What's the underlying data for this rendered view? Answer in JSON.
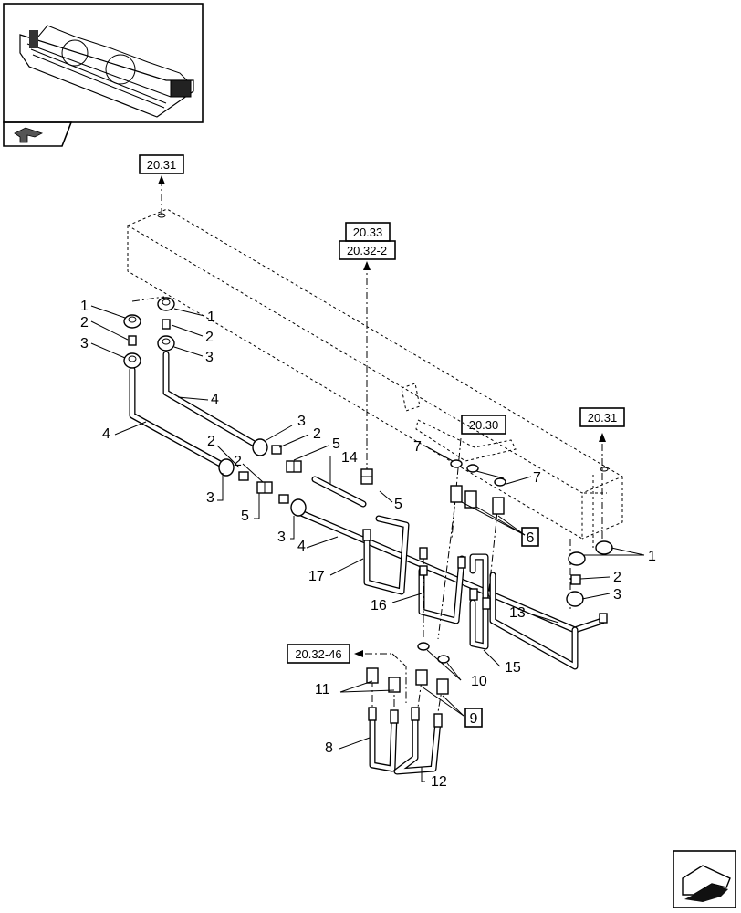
{
  "references": {
    "ref_top_left": "20.31",
    "ref_top_center_a": "20.33",
    "ref_top_center_b": "20.32-2",
    "ref_center_right": "20.30",
    "ref_right": "20.31",
    "ref_lower_left": "20.32-46"
  },
  "callouts": {
    "c1_left": "1",
    "c2_left": "2",
    "c3_left": "3",
    "c4_left": "4",
    "c1_mid": "1",
    "c2_mid": "2",
    "c3_mid": "3",
    "c4_mid": "4",
    "c3_a": "3",
    "c2_a": "2",
    "c5_a": "5",
    "c14": "14",
    "c2_b": "2",
    "c2_c": "2",
    "c3_b": "3",
    "c5_b": "5",
    "c3_c": "3",
    "c4_b": "4",
    "c5_c": "5",
    "c17": "17",
    "c16": "16",
    "c7_a": "7",
    "c7_b": "7",
    "c6": "6",
    "c1_right": "1",
    "c2_right": "2",
    "c3_right": "3",
    "c13": "13",
    "c15": "15",
    "c10": "10",
    "c11": "11",
    "c9": "9",
    "c8": "8",
    "c12": "12"
  },
  "icons": {
    "thumbnail": "header-machine-thumbnail",
    "nav_small": "back-arrow-icon",
    "nav_large": "next-page-arrow-icon"
  }
}
